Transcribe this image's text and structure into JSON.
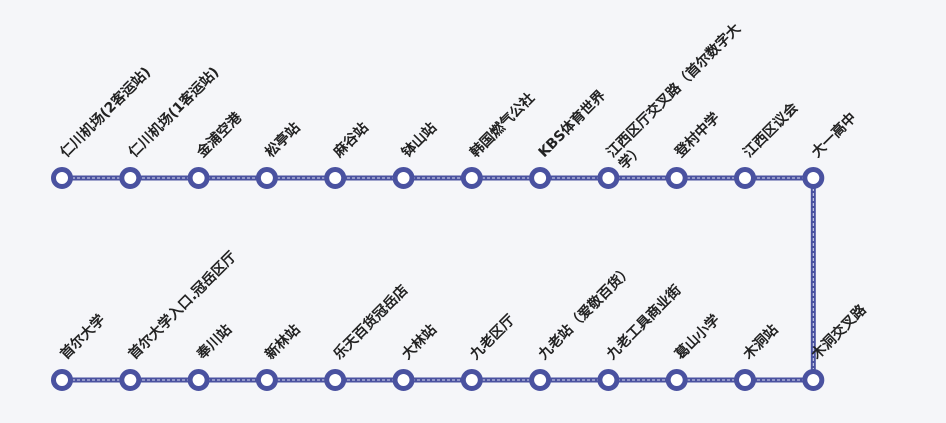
{
  "colors": {
    "line": "#4a52a0",
    "line_dash": "#d9dcef",
    "text": "#222222",
    "background": "#f5f6f9",
    "station_fill": "#ffffff"
  },
  "stations_top": [
    {
      "name": "仁川机场(2客运站)"
    },
    {
      "name": "仁川机场(1客运站)"
    },
    {
      "name": "金浦空港"
    },
    {
      "name": "松亭站"
    },
    {
      "name": "麻谷站"
    },
    {
      "name": "钵山站"
    },
    {
      "name": "韩国燃气公社"
    },
    {
      "name": "KBS体育世界"
    },
    {
      "name": "江西区厅交叉路（首尔数字大",
      "name_line2": "学）"
    },
    {
      "name": "登村中学"
    },
    {
      "name": "江西区议会"
    },
    {
      "name": "大一高中"
    }
  ],
  "stations_bottom": [
    {
      "name": "首尔大学"
    },
    {
      "name": "首尔大学入口.冠岳区厅"
    },
    {
      "name": "奉川站"
    },
    {
      "name": "新林站"
    },
    {
      "name": "乐天百货冠岳店"
    },
    {
      "name": "大林站"
    },
    {
      "name": "九老区厅"
    },
    {
      "name": "九老站（爱敬百货）"
    },
    {
      "name": "九老工具商业街"
    },
    {
      "name": "葛山小学"
    },
    {
      "name": "木洞站"
    },
    {
      "name": "木洞交叉路"
    }
  ]
}
